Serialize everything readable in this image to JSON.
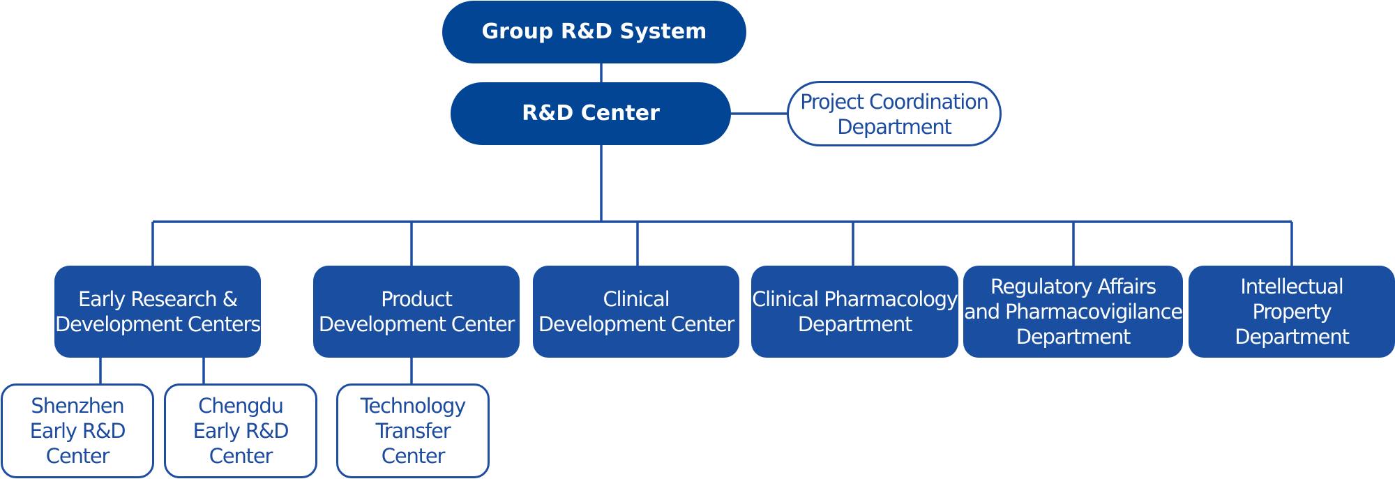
{
  "org_chart": {
    "root": {
      "label": "Group R&D System"
    },
    "center": {
      "label": "R&D Center"
    },
    "side": {
      "label": "Project Coordination\nDepartment"
    },
    "departments": [
      {
        "label": "Early Research &\nDevelopment Centers"
      },
      {
        "label": "Product\nDevelopment Center"
      },
      {
        "label": "Clinical\nDevelopment Center"
      },
      {
        "label": "Clinical Pharmacology\nDepartment"
      },
      {
        "label": "Regulatory Affairs\nand Pharmacovigilance\nDepartment"
      },
      {
        "label": "Intellectual\nProperty\nDepartment"
      }
    ],
    "sub_units": [
      {
        "label": "Shenzhen\nEarly R&D\nCenter"
      },
      {
        "label": "Chengdu\nEarly R&D\nCenter"
      },
      {
        "label": "Technology\nTransfer\nCenter"
      }
    ],
    "colors": {
      "primary": "#034595",
      "department_fill": "#1a4ea1",
      "outline": "#1d4da0",
      "text_on_fill": "#ffffff",
      "text_outline": "#1b4a9e",
      "background": "#ffffff"
    }
  }
}
